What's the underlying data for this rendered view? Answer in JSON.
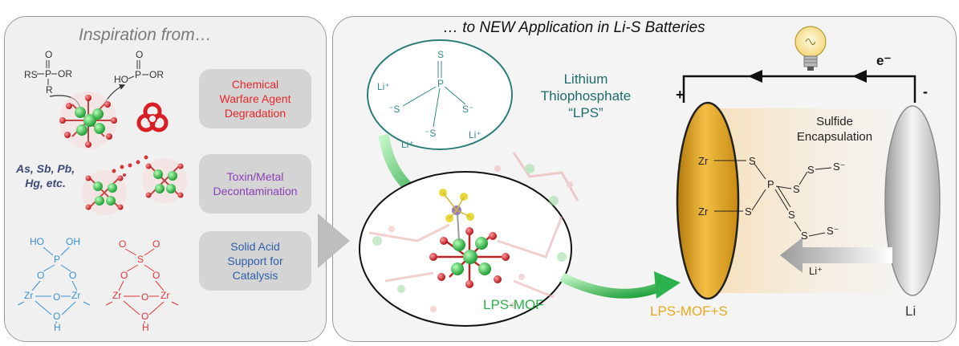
{
  "left_panel": {
    "title": "Inspiration from…",
    "boxes": [
      {
        "text": "Chemical\nWarfare Agent\nDegradation",
        "color": "#e8272a"
      },
      {
        "text": "Toxin/Metal\nDecontamination",
        "color": "#8a3fb5"
      },
      {
        "text": "Solid Acid\nSupport for\nCatalysis",
        "color": "#2e5ea8"
      }
    ],
    "metals_label": "As, Sb, Pb,\nHg, etc.",
    "cwa_structure": {
      "rs": "RS",
      "p": "P",
      "o": "O",
      "r": "R",
      "or": "OR"
    },
    "cwa_product": {
      "ho": "HO",
      "p": "P",
      "o": "O",
      "or": "OR"
    },
    "phosphate": {
      "ho": "HO",
      "oh": "OH",
      "p": "P",
      "o": "O",
      "zr": "Zr",
      "h": "H"
    },
    "sulfate": {
      "s": "S",
      "o": "O",
      "zr": "Zr",
      "h": "H"
    }
  },
  "right_panel": {
    "title": "… to NEW Application in Li-S Batteries",
    "lps_name": "Lithium\nThiophosphate\n“LPS”",
    "lps_molecule": {
      "s": "S",
      "s_minus": "S⁻",
      "minus_s": "⁻S",
      "p": "P",
      "li_plus": "Li⁺"
    },
    "mof_label": "LPS-MOF",
    "cathode_label": "LPS-MOF+S",
    "anode_label": "Li",
    "plus_sign": "+",
    "minus_sign": "-",
    "electron_label": "e⁻",
    "sulfide_label": "Sulfide\nEncapsulation",
    "li_ion_label": "Li⁺",
    "cathode_chem": {
      "zr": "Zr",
      "s": "S",
      "p": "P",
      "s_minus": "S⁻"
    }
  },
  "colors": {
    "red": "#e8272a",
    "purple": "#8a3fb5",
    "blue": "#2e5ea8",
    "teal": "#1f6b6b",
    "green": "#2bb24c",
    "gold": "#e9a91e",
    "light_blue": "#3a8fd6"
  }
}
